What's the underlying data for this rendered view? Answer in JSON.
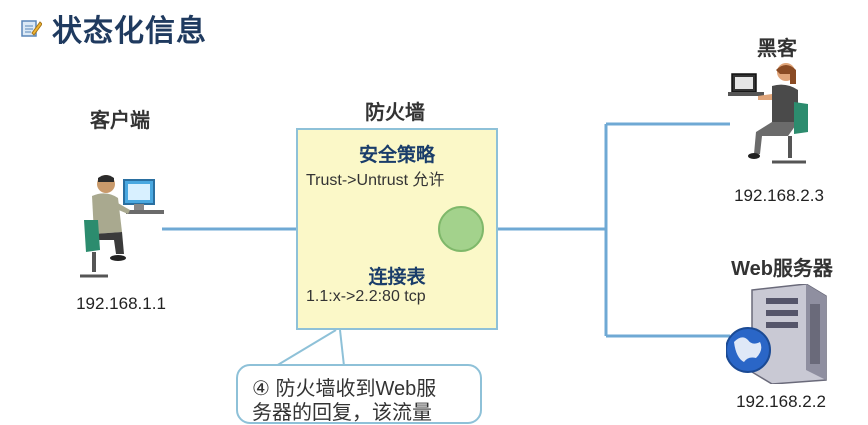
{
  "header": {
    "title": "状态化信息"
  },
  "client": {
    "label": "客户端",
    "ip": "192.168.1.1"
  },
  "firewall": {
    "label": "防火墙",
    "policy_heading": "安全策略",
    "policy_rule": "Trust->Untrust  允许",
    "conn_heading": "连接表",
    "conn_entry": "1.1:x->2.2:80  tcp"
  },
  "hacker": {
    "label": "黑客",
    "ip": "192.168.2.3"
  },
  "web_server": {
    "label": "Web服务器",
    "ip": "192.168.2.2"
  },
  "callout": {
    "line1": "④ 防火墙收到Web服",
    "line2": "务器的回复，该流量"
  },
  "colors": {
    "line": "#6fa9d4",
    "box_fill": "#fbf8c8",
    "box_border": "#8ec1d8",
    "circle": "#a3d28c",
    "title": "#1f3a5f"
  }
}
